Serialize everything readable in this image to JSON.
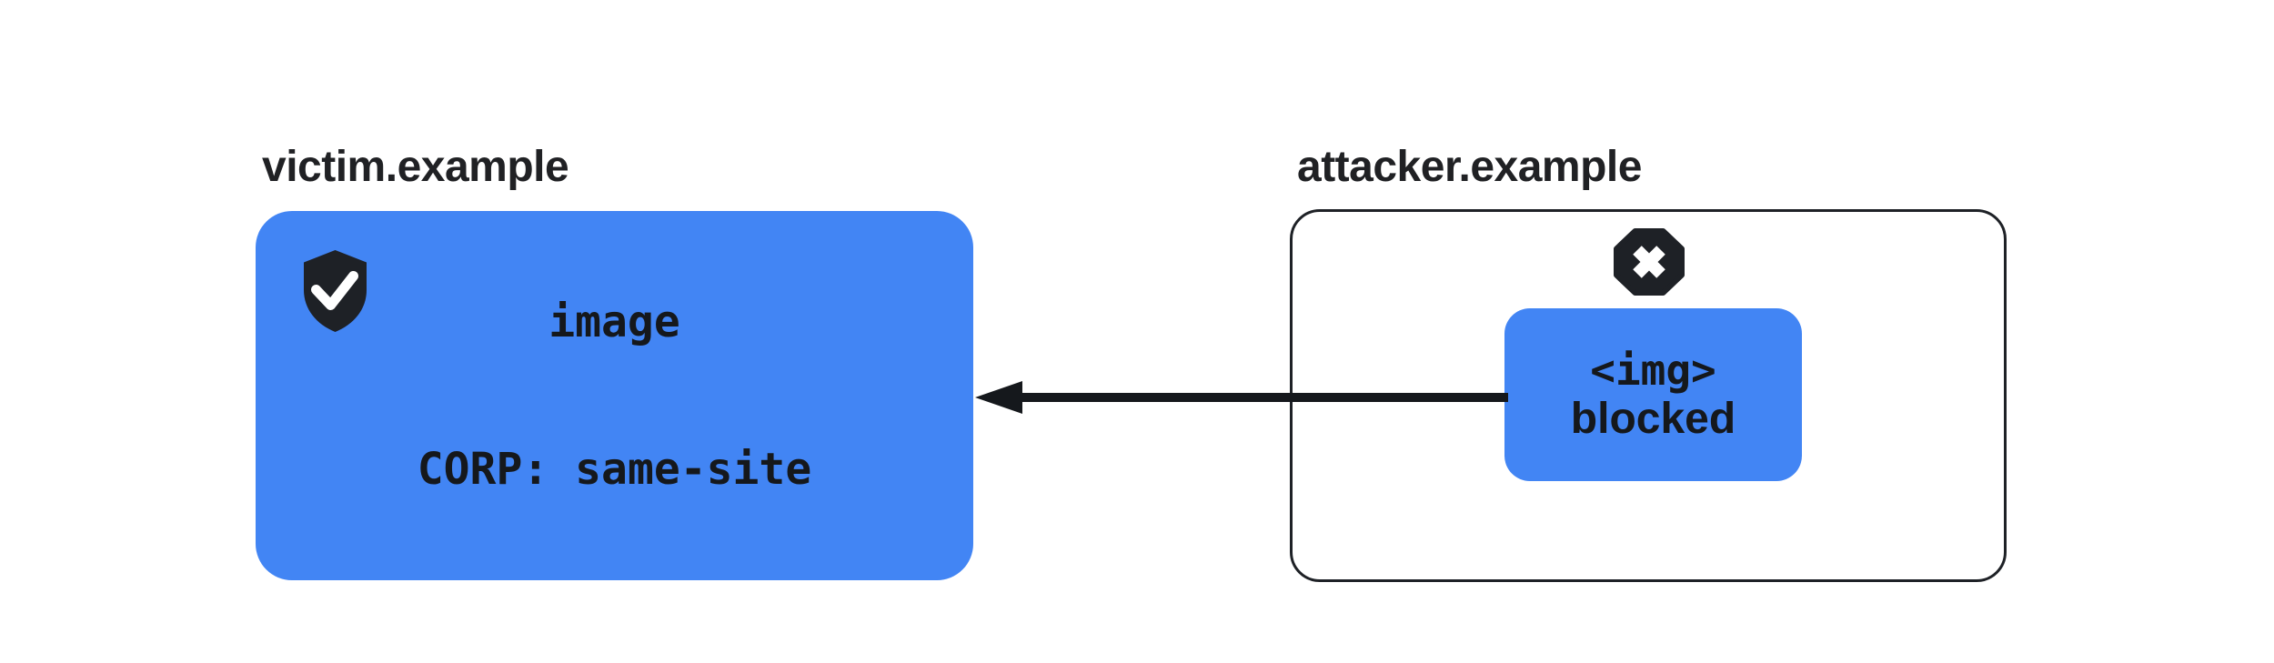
{
  "victim": {
    "label": "victim.example",
    "box": {
      "line1": "image",
      "line2": "CORP: same-site"
    },
    "icon": "shield-check"
  },
  "attacker": {
    "label": "attacker.example",
    "box": {
      "line1": "<img>",
      "line2": "blocked"
    },
    "icon": "blocked-octagon-x"
  },
  "arrow": {
    "from": "attacker.example",
    "to": "victim.example",
    "direction": "right-to-left"
  },
  "colors": {
    "accent_blue": "#4285F4",
    "icon_dark": "#1E2126",
    "text_dark": "#202124",
    "code_text_dark": "#15181C",
    "background": "#FFFFFF"
  }
}
